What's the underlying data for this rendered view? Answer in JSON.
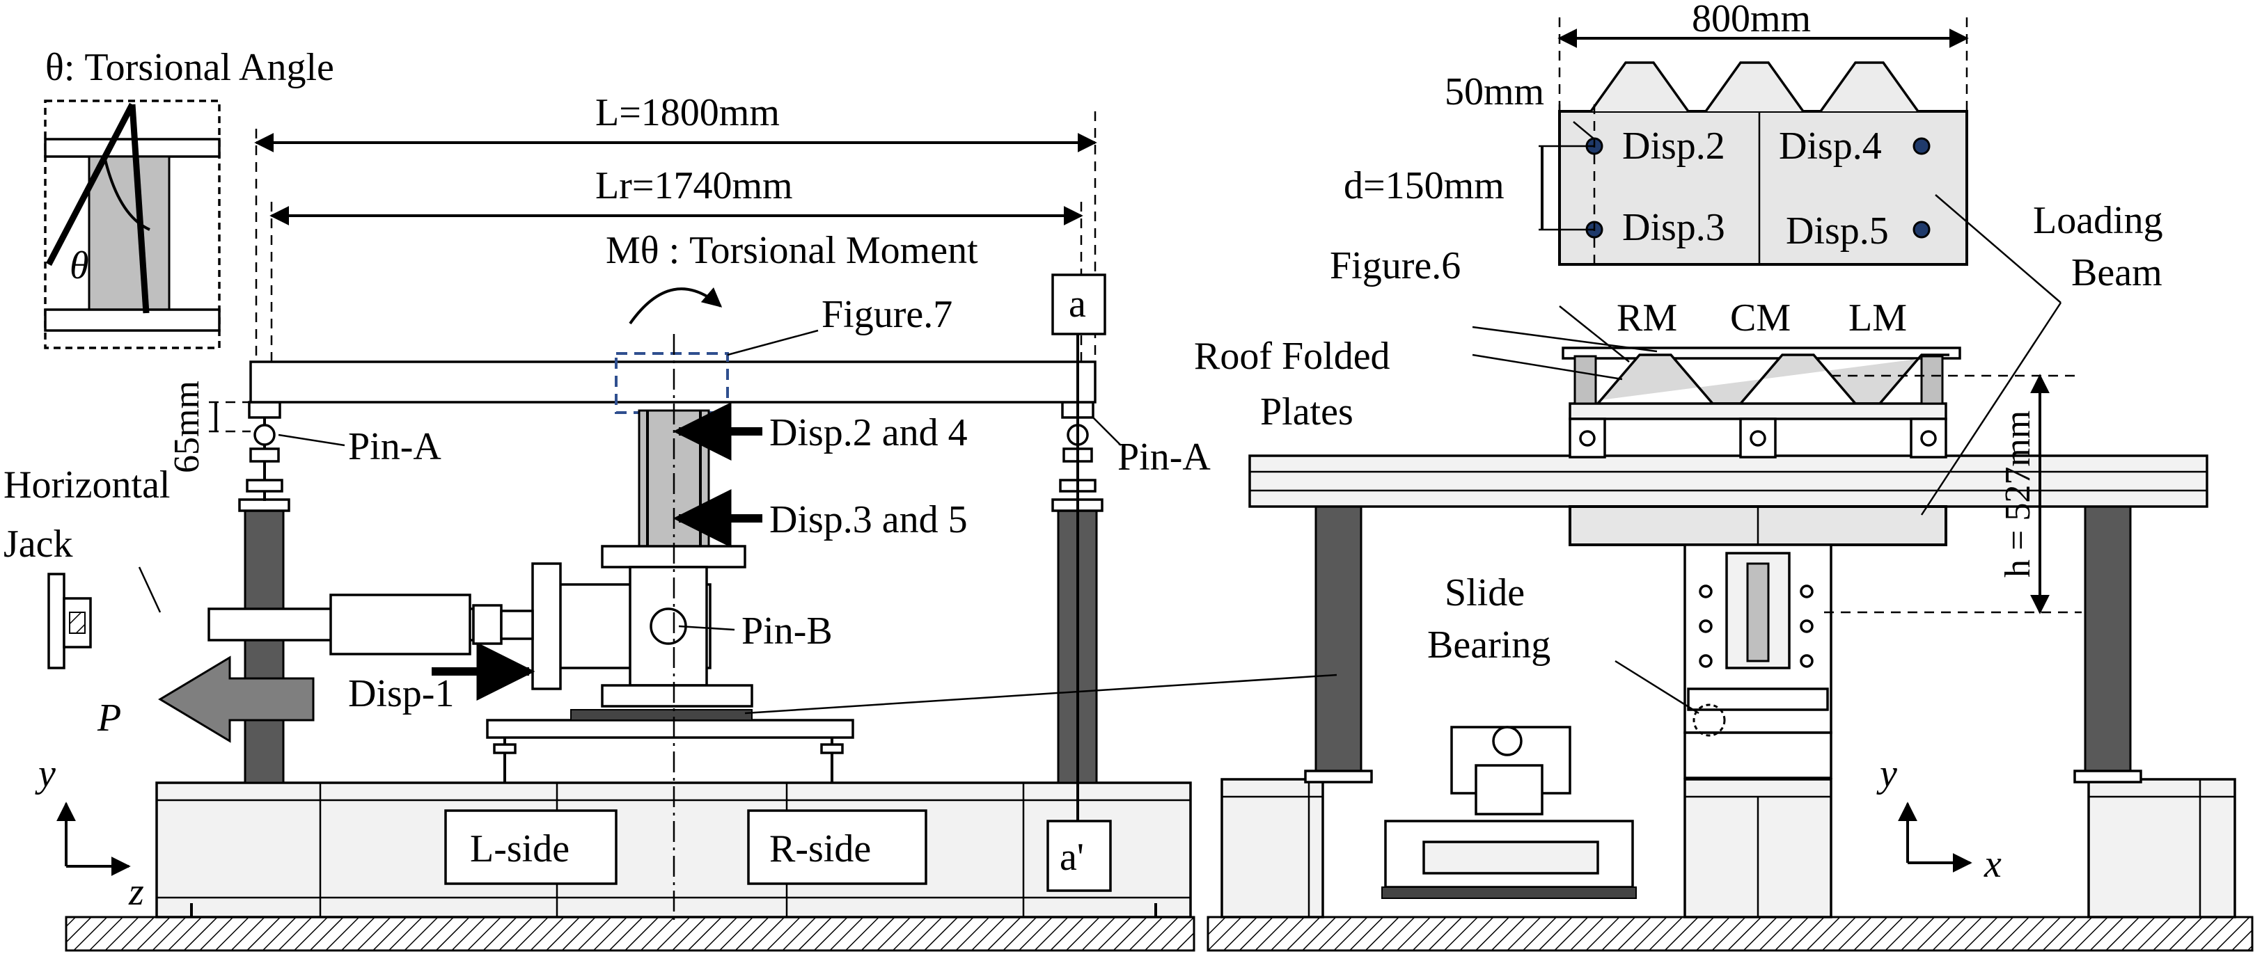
{
  "left_view": {
    "torsional_angle_label": "θ: Torsional Angle",
    "theta_symbol": "θ",
    "span_L": "L=1800mm",
    "span_Lr": "Lr=1740mm",
    "torsional_moment": "Mθ : Torsional  Moment",
    "figure7_ref": "Figure.7",
    "section_a": "a",
    "section_a_prime": "a'",
    "dim_65": "65mm",
    "pin_a_left": "Pin-A",
    "pin_a_right": "Pin-A",
    "pin_b": "Pin-B",
    "disp_2_4": "Disp.2 and 4",
    "disp_3_5": "Disp.3 and 5",
    "disp_1": "Disp-1",
    "horizontal_jack": "Horizontal\nJack",
    "load_p": "P",
    "l_side": "L-side",
    "r_side": "R-side",
    "axis_y": "y",
    "axis_z": "z"
  },
  "right_view": {
    "width_800": "800mm",
    "dim_50": "50mm",
    "dim_d": "d=150mm",
    "disp2": "Disp.2",
    "disp3": "Disp.3",
    "disp4": "Disp.4",
    "disp5": "Disp.5",
    "loading_beam": "Loading\nBeam",
    "figure6_ref": "Figure.6",
    "rm": "RM",
    "cm": "CM",
    "lm": "LM",
    "roof_folded_plates": "Roof Folded\nPlates",
    "height_h": "h = 527mm",
    "slide_bearing": "Slide\nBearing",
    "axis_y": "y",
    "axis_x": "x"
  },
  "colors": {
    "column_fill": "#595959",
    "steel_fill": "#e6e6e6",
    "arrow_fill": "#7f7f7f"
  }
}
